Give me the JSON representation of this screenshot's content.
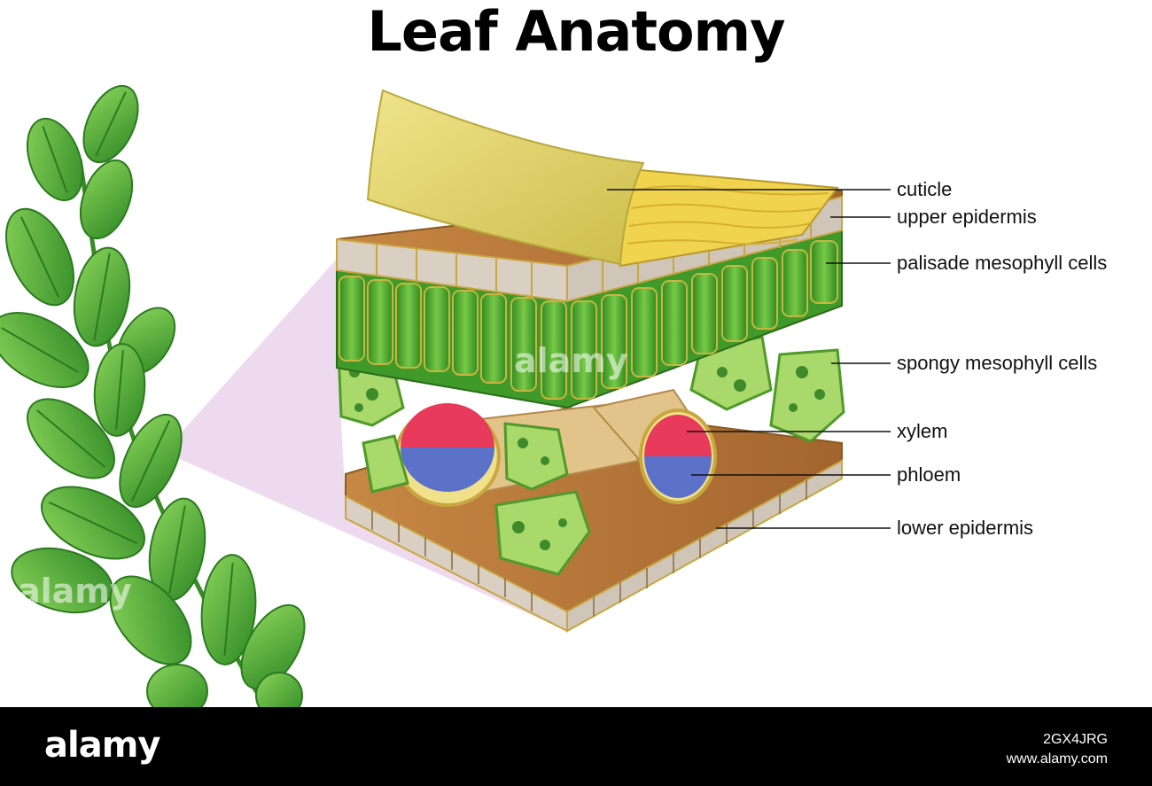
{
  "title": "Leaf Anatomy",
  "labels": {
    "cuticle": "cuticle",
    "upper_epidermis": "upper epidermis",
    "palisade": "palisade mesophyll cells",
    "spongy": "spongy mesophyll cells",
    "xylem": "xylem",
    "phloem": "phloem",
    "lower_epidermis": "lower epidermis"
  },
  "watermark": {
    "logo": "alamy",
    "image_id": "2GX4JRG",
    "site": "www.alamy.com"
  },
  "colors": {
    "leaf_green": "#4caf3c",
    "leaf_dark": "#2e7d1f",
    "cuticle_yellow": "#e8dc78",
    "epidermis_brown": "#b8773a",
    "palisade_green": "#3f9a2a",
    "xylem_red": "#e83a5a",
    "phloem_blue": "#5b72c8",
    "zoom_pink": "#ecd6ec"
  }
}
